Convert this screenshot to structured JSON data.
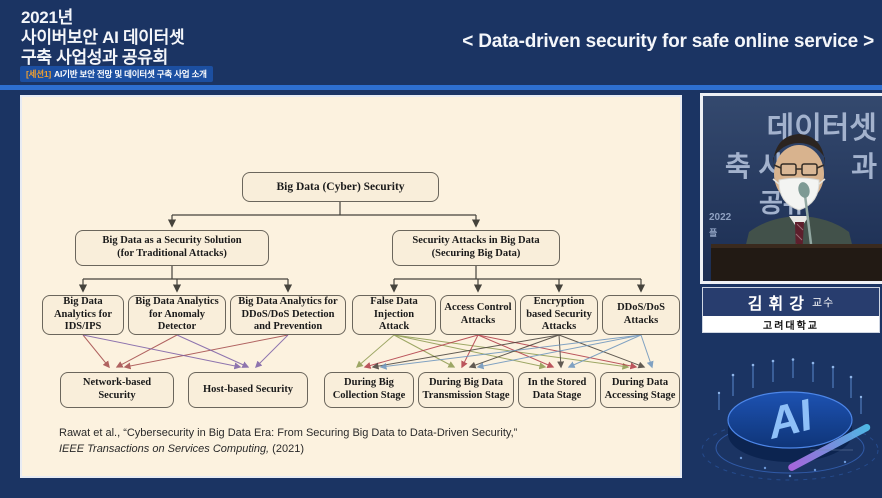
{
  "header": {
    "event_title_line1": "2021년",
    "event_title_line2": "사이버보안 AI 데이터셋",
    "event_title_line3": "구축 사업성과 공유회",
    "session_prefix": "[세션1]",
    "session_text": "AI기반 보안 전망 및 데이터셋 구축 사업 소개",
    "slide_title": "< Data-driven security for safe online service >"
  },
  "diagram": {
    "root": "Big Data (Cyber) Security",
    "l2": [
      {
        "label": "Big Data as a Security Solution\n(for Traditional Attacks)"
      },
      {
        "label": "Security Attacks in Big Data\n(Securing Big Data)"
      }
    ],
    "l3": [
      {
        "label": "Big Data\nAnalytics for\nIDS/IPS"
      },
      {
        "label": "Big Data Analytics\nfor Anomaly\nDetector"
      },
      {
        "label": "Big Data Analytics for\nDDoS/DoS Detection\nand Prevention"
      },
      {
        "label": "False Data\nInjection\nAttack"
      },
      {
        "label": "Access Control\nAttacks"
      },
      {
        "label": "Encryption\nbased Security\nAttacks"
      },
      {
        "label": "DDoS/DoS\nAttacks"
      }
    ],
    "l4": [
      {
        "label": "Network-based\nSecurity"
      },
      {
        "label": "Host-based Security"
      },
      {
        "label": "During Big\nCollection Stage"
      },
      {
        "label": "During Big Data\nTransmission Stage"
      },
      {
        "label": "In the Stored\nData Stage"
      },
      {
        "label": "During Data\nAccessing Stage"
      }
    ],
    "link_colors": {
      "tree": "#45433c",
      "to_network_based": "#a34a4a",
      "to_host_based": "#7b5fa6",
      "from_false_data_injection": "#8d9a50",
      "from_access_control": "#b03a46",
      "from_encryption": "#46403a",
      "from_ddos": "#6b94bd"
    }
  },
  "citation": {
    "line1": "Rawat et al., “Cybersecurity in Big Data Era: From Securing Big Data to Data-Driven Security,”",
    "journal": "IEEE Transactions on Services Computing,",
    "year": " (2021)"
  },
  "speaker": {
    "name": "김휘강",
    "title": "교수",
    "affiliation": "고려대학교"
  },
  "video": {
    "banner_line1": "데이터셋",
    "banner_line2_left": "축 사",
    "banner_line2_right": "과",
    "banner_line3": "공유",
    "small_line1": "2022",
    "small_line2": "플"
  },
  "ai_badge": {
    "label": "AI"
  },
  "theme": {
    "background_navy": "#1b3463",
    "accent_blue": "#2e6fd0",
    "session_badge_blue": "#1c4fa1",
    "session_prefix_orange": "#f0a030",
    "slide_beige": "#fcf2df",
    "box_beige": "#f9eeda"
  }
}
